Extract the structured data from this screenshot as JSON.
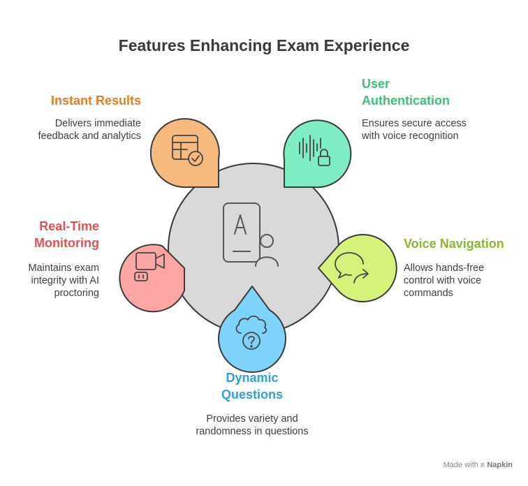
{
  "title": "Features Enhancing Exam Experience",
  "features": [
    {
      "id": "instant-results",
      "label": "Instant Results",
      "description": "Delivers immediate feedback and analytics",
      "color": "#F8B97E",
      "text_color": "#E07E22",
      "icon": "table-check-icon"
    },
    {
      "id": "user-authentication",
      "label": "User Authentication",
      "description": "Ensures secure access with voice recognition",
      "color": "#7EEDC1",
      "text_color": "#3DBE7B",
      "icon": "voice-lock-icon"
    },
    {
      "id": "real-time-monitoring",
      "label": "Real-Time Monitoring",
      "description": "Maintains exam integrity with AI proctoring",
      "color": "#FBA6A4",
      "text_color": "#E05252",
      "icon": "video-camera-icon"
    },
    {
      "id": "voice-navigation",
      "label": "Voice Navigation",
      "description": "Allows hands-free control with voice commands",
      "color": "#D5F27A",
      "text_color": "#8DB52D",
      "icon": "chat-arrow-icon"
    },
    {
      "id": "dynamic-questions",
      "label": "Dynamic Questions",
      "description": "Provides variety and randomness in questions",
      "color": "#7DD3FA",
      "text_color": "#2AA2D8",
      "icon": "cloud-question-icon"
    }
  ],
  "center": {
    "color": "#D9D9D9",
    "icon": "exam-user-icon"
  },
  "footer": {
    "made_with": "Made with",
    "brand": "Napkin"
  }
}
